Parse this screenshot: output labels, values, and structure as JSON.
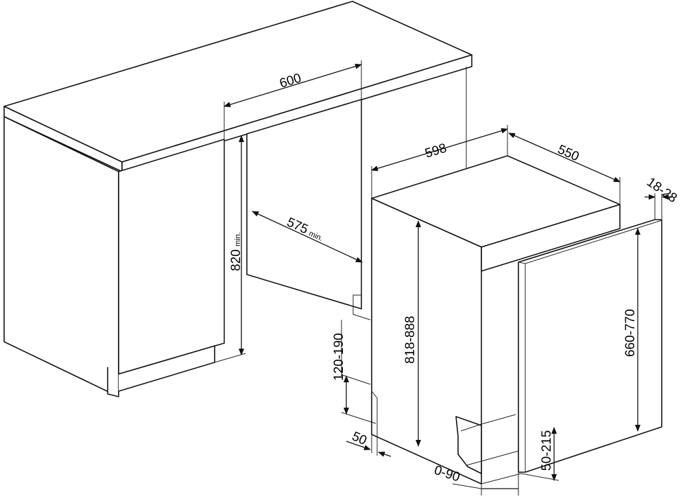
{
  "dimensions": {
    "cabinet_width": "600",
    "niche_height": "820",
    "niche_height_suffix": "min.",
    "niche_depth": "575",
    "niche_depth_suffix": "min.",
    "appliance_width": "598",
    "appliance_depth": "550",
    "door_thickness": "18-28",
    "appliance_height": "818-888",
    "door_height": "660-770",
    "plinth_height": "120-190",
    "plinth_depth": "50",
    "foot_adjust": "0-90",
    "door_gap": "50-215"
  },
  "colors": {
    "line": "#111111",
    "background": "#ffffff"
  }
}
